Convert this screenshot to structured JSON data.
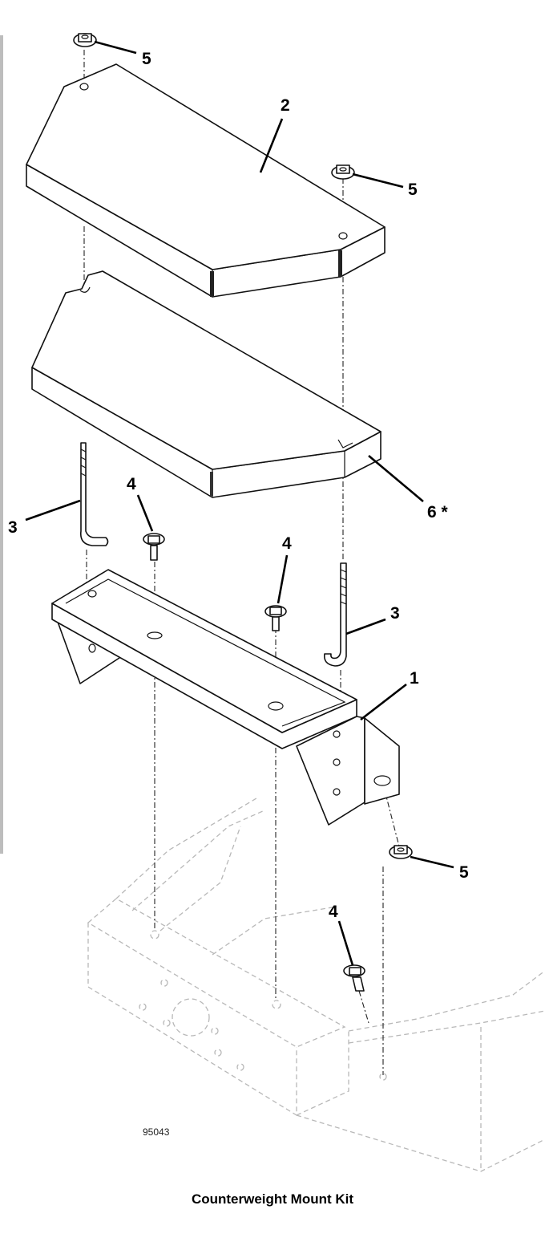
{
  "figure": {
    "caption": "Counterweight Mount Kit",
    "figure_number": "95043"
  },
  "callouts": [
    {
      "id": "c5a",
      "label": "5"
    },
    {
      "id": "c2",
      "label": "2"
    },
    {
      "id": "c5b",
      "label": "5"
    },
    {
      "id": "c3a",
      "label": "3"
    },
    {
      "id": "c4a",
      "label": "4"
    },
    {
      "id": "c6",
      "label": "6 *"
    },
    {
      "id": "c4b",
      "label": "4"
    },
    {
      "id": "c3b",
      "label": "3"
    },
    {
      "id": "c1",
      "label": "1"
    },
    {
      "id": "c5c",
      "label": "5"
    },
    {
      "id": "c4c",
      "label": "4"
    }
  ]
}
